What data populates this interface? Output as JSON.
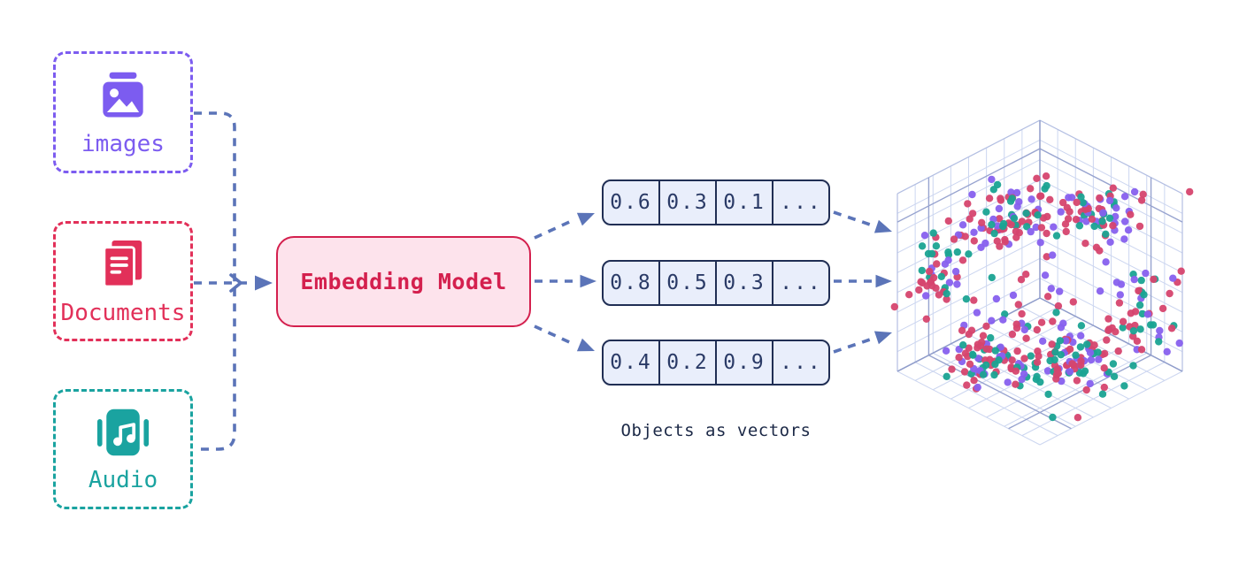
{
  "sources": [
    {
      "label": "images",
      "icon": "image-icon",
      "color": "#7c5cf0"
    },
    {
      "label": "Documents",
      "icon": "documents-icon",
      "color": "#e23059"
    },
    {
      "label": "Audio",
      "icon": "audio-icon",
      "color": "#1aa3a0"
    }
  ],
  "model": {
    "label": "Embedding Model",
    "border_color": "#d4204e",
    "fill_color": "#fde3ec",
    "text_color": "#d4204e"
  },
  "vectors": {
    "caption": "Objects as vectors",
    "rows": [
      [
        "0.6",
        "0.3",
        "0.1",
        "..."
      ],
      [
        "0.8",
        "0.5",
        "0.3",
        "..."
      ],
      [
        "0.4",
        "0.2",
        "0.9",
        "..."
      ]
    ],
    "cell_fill": "#e9eefb",
    "cell_border": "#202e54",
    "cell_text_color": "#2a3a66"
  },
  "connectors": {
    "color": "#5b74b8"
  },
  "chart_data": {
    "type": "scatter",
    "title": "",
    "description": "3D embedding space: points clustered inside a wireframe cube",
    "grid": true,
    "grid_color": "#ccd6f0",
    "accent_color": "#97a3cf",
    "edge_color": "#8f9cca",
    "outer_edge_color": "#b4bfe2",
    "point_colors": {
      "red": "#d6446e",
      "teal": "#1aa392",
      "purple": "#8760ee"
    },
    "color_weights": [
      0.44,
      0.28,
      0.28
    ],
    "seed": 13,
    "dot_radius": 4.2,
    "clusters": [
      {
        "u": 0.55,
        "v": 0.33,
        "w": 0.82,
        "su": 0.17,
        "sv": 0.14,
        "sw": 0.1,
        "n": 72
      },
      {
        "u": 0.22,
        "v": 0.62,
        "w": 0.82,
        "su": 0.14,
        "sv": 0.17,
        "sw": 0.1,
        "n": 64
      },
      {
        "u": 0.82,
        "v": 0.12,
        "w": 0.52,
        "su": 0.14,
        "sv": 0.12,
        "sw": 0.13,
        "n": 46
      },
      {
        "u": 0.72,
        "v": 0.42,
        "w": 0.13,
        "su": 0.18,
        "sv": 0.17,
        "sw": 0.11,
        "n": 88
      },
      {
        "u": 0.42,
        "v": 0.68,
        "w": 0.12,
        "su": 0.16,
        "sv": 0.16,
        "sw": 0.11,
        "n": 78
      },
      {
        "u": 0.14,
        "v": 0.86,
        "w": 0.35,
        "su": 0.12,
        "sv": 0.13,
        "sw": 0.15,
        "n": 46
      },
      {
        "u": 0.5,
        "v": 0.5,
        "w": 0.5,
        "su": 0.5,
        "sv": 0.5,
        "sw": 0.45,
        "n": 66
      }
    ]
  }
}
